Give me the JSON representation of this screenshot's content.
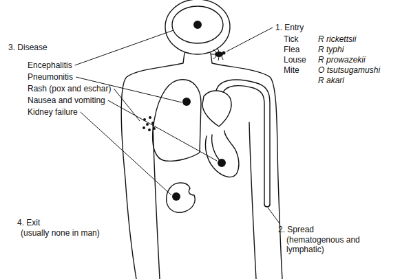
{
  "diagram": {
    "labels": [
      "3. Disease",
      "Encephalitis",
      "Pneumonitis",
      "Rash (pox and eschar)",
      "Nausea and vomiting",
      "Kidney failure",
      "1. Entry",
      "Tick",
      "R rickettsii",
      "Flea",
      "R typhi",
      "Louse",
      "R prowazekii",
      "Mite",
      "O tsutsugamushi",
      "R akari",
      "4. Exit",
      "(usually none in man)",
      "2. Spread",
      "(hematogenous and lymphatic)"
    ]
  }
}
